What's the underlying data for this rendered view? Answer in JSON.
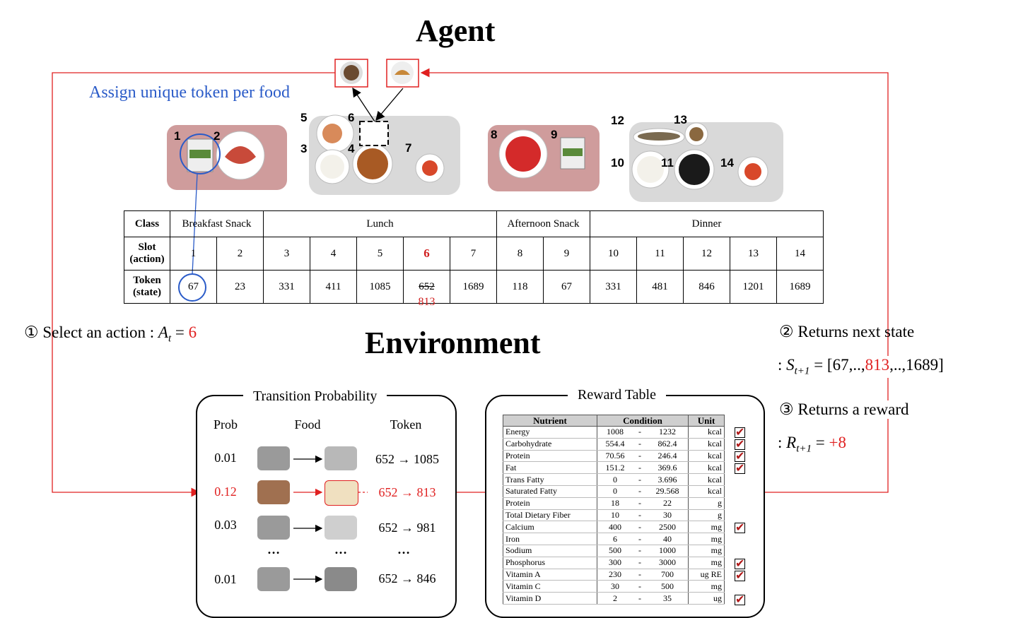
{
  "agent_title": "Agent",
  "environment_title": "Environment",
  "assign_label": "Assign unique token per food",
  "slot_numbers": [
    "1",
    "2",
    "3",
    "4",
    "5",
    "6",
    "7",
    "8",
    "9",
    "10",
    "11",
    "12",
    "13",
    "14"
  ],
  "diet_table": {
    "class_header": "Class",
    "slot_header_1": "Slot",
    "slot_header_2": "(action)",
    "token_header_1": "Token",
    "token_header_2": "(state)",
    "classes": [
      "Breakfast Snack",
      "Lunch",
      "Afternoon Snack",
      "Dinner"
    ],
    "slots": [
      "1",
      "2",
      "3",
      "4",
      "5",
      "6",
      "7",
      "8",
      "9",
      "10",
      "11",
      "12",
      "13",
      "14"
    ],
    "tokens": [
      "67",
      "23",
      "331",
      "411",
      "1085",
      "652",
      "1689",
      "118",
      "67",
      "331",
      "481",
      "846",
      "1201",
      "1689"
    ],
    "new_token": "813"
  },
  "step1": {
    "prefix": "① Select an action : ",
    "var": "A",
    "sub": "t",
    "eq": " = ",
    "value": "6"
  },
  "step2": {
    "title": "② Returns next state",
    "prefix": ": ",
    "var": "S",
    "sub": "t+1",
    "eq": " = [67,..,",
    "value": "813",
    "suffix": ",..,1689]"
  },
  "step3": {
    "title": "③ Returns a reward",
    "prefix": ": ",
    "var": "R",
    "sub": "t+1",
    "eq": " = ",
    "value": "+8"
  },
  "transition": {
    "title": "Transition Probability",
    "headers": [
      "Prob",
      "Food",
      "Token"
    ],
    "rows": [
      {
        "prob": "0.01",
        "token": "652 → 1085"
      },
      {
        "prob": "0.12",
        "token": "652 → 813"
      },
      {
        "prob": "0.03",
        "token": "652 → 981"
      },
      {
        "prob": "0.01",
        "token": "652 → 846"
      }
    ],
    "ellipsis": "…"
  },
  "reward": {
    "title": "Reward Table",
    "headers": [
      "Nutrient",
      "Condition",
      "Unit"
    ],
    "rows": [
      {
        "n": "Energy",
        "lo": "1008",
        "hi": "1232",
        "u": "kcal",
        "ok": true
      },
      {
        "n": "Carbohydrate",
        "lo": "554.4",
        "hi": "862.4",
        "u": "kcal",
        "ok": true
      },
      {
        "n": "Protein",
        "lo": "70.56",
        "hi": "246.4",
        "u": "kcal",
        "ok": true
      },
      {
        "n": "Fat",
        "lo": "151.2",
        "hi": "369.6",
        "u": "kcal",
        "ok": true
      },
      {
        "n": "Trans Fatty",
        "lo": "0",
        "hi": "3.696",
        "u": "kcal",
        "ok": false
      },
      {
        "n": "Saturated Fatty",
        "lo": "0",
        "hi": "29.568",
        "u": "kcal",
        "ok": false
      },
      {
        "n": "Protein",
        "lo": "18",
        "hi": "22",
        "u": "g",
        "ok": false
      },
      {
        "n": "Total Dietary Fiber",
        "lo": "10",
        "hi": "30",
        "u": "g",
        "ok": false
      },
      {
        "n": "Calcium",
        "lo": "400",
        "hi": "2500",
        "u": "mg",
        "ok": true
      },
      {
        "n": "Iron",
        "lo": "6",
        "hi": "40",
        "u": "mg",
        "ok": false
      },
      {
        "n": "Sodium",
        "lo": "500",
        "hi": "1000",
        "u": "mg",
        "ok": false
      },
      {
        "n": "Phosphorus",
        "lo": "300",
        "hi": "3000",
        "u": "mg",
        "ok": true
      },
      {
        "n": "Vitamin A",
        "lo": "230",
        "hi": "700",
        "u": "ug RE",
        "ok": true
      },
      {
        "n": "Vitamin C",
        "lo": "30",
        "hi": "500",
        "u": "mg",
        "ok": false
      },
      {
        "n": "Vitamin D",
        "lo": "2",
        "hi": "35",
        "u": "ug",
        "ok": true
      }
    ],
    "dash": "-"
  },
  "colors": {
    "red": "#e02020",
    "blue": "#2a5bc8",
    "tray_pink": "#cf9c9c",
    "tray_gray": "#d9d9d9"
  }
}
